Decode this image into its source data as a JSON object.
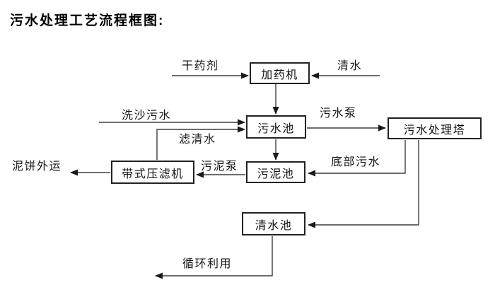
{
  "title": "污水处理工艺流程框图:",
  "diagram": {
    "type": "flowchart",
    "nodes": {
      "dosing_machine": {
        "label": "加药机"
      },
      "sewage_pool": {
        "label": "污水池"
      },
      "treatment_tower": {
        "label": "污水处理塔"
      },
      "sludge_pool": {
        "label": "污泥池"
      },
      "belt_filter_press": {
        "label": "带式压滤机"
      },
      "clean_water_pool": {
        "label": "清水池"
      }
    },
    "edge_labels": {
      "dry_chemical": "干药剂",
      "clean_water": "清水",
      "sand_wash_sewage": "洗沙污水",
      "filtered_water": "滤清水",
      "sewage_pump": "污水泵",
      "sludge_pump": "污泥泵",
      "bottom_sewage": "底部污水",
      "mud_cake_out": "泥饼外运",
      "recycle_use": "循环利用"
    },
    "flows": [
      {
        "from": "干药剂",
        "to": "加药机"
      },
      {
        "from": "清水",
        "to": "加药机"
      },
      {
        "from": "加药机",
        "to": "污水池"
      },
      {
        "from": "洗沙污水",
        "to": "污水池"
      },
      {
        "from": "带式压滤机",
        "to": "污水池",
        "label": "滤清水"
      },
      {
        "from": "污水池",
        "to": "污水处理塔",
        "label": "污水泵"
      },
      {
        "from": "污水池",
        "to": "污泥池"
      },
      {
        "from": "污泥池",
        "to": "带式压滤机",
        "label": "污泥泵"
      },
      {
        "from": "污水处理塔",
        "to": "污泥池",
        "label": "底部污水"
      },
      {
        "from": "污水处理塔",
        "to": "清水池"
      },
      {
        "from": "带式压滤机",
        "to": "泥饼外运"
      },
      {
        "from": "清水池",
        "to": "循环利用"
      }
    ],
    "colors": {
      "line": "#3d3d3d",
      "box_border": "#222222",
      "background": "#ffffff",
      "text": "#111111"
    }
  }
}
